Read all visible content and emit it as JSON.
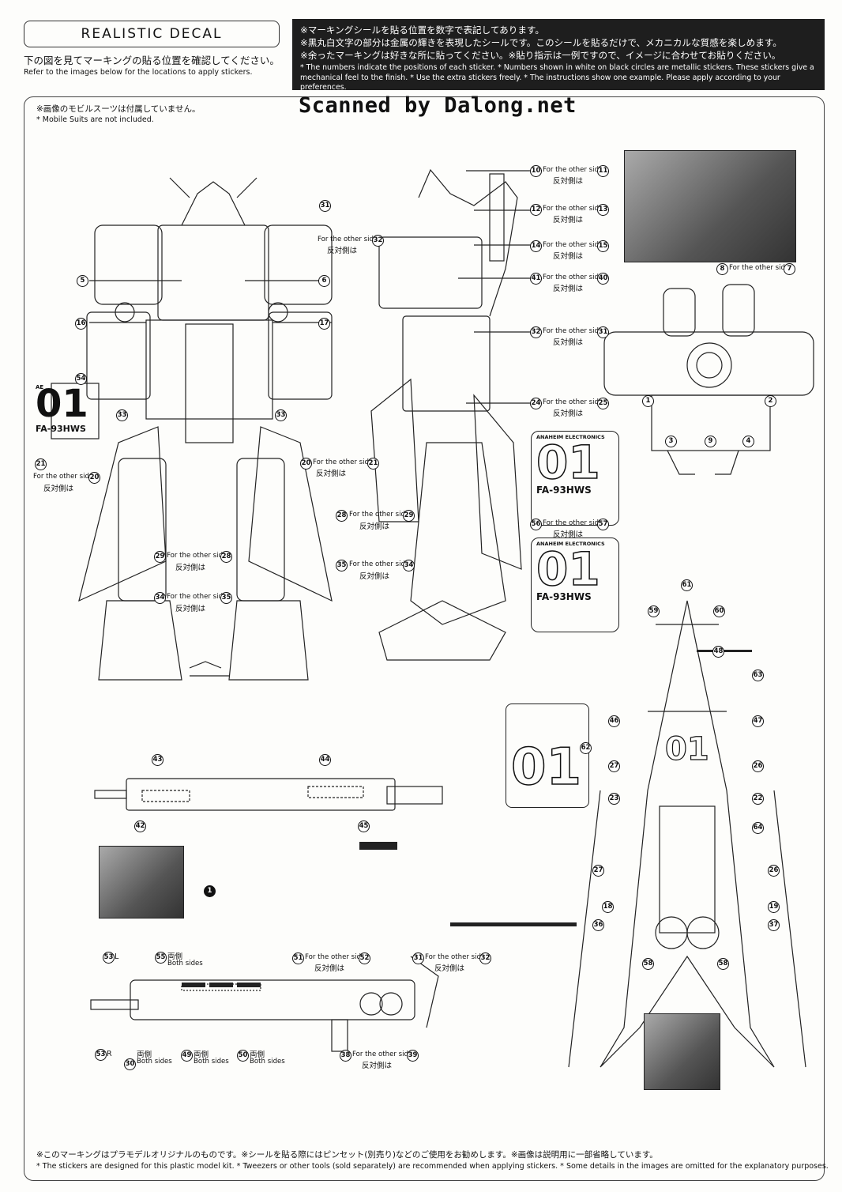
{
  "header": {
    "title": "REALISTIC DECAL",
    "intro_ja": "下の図を見てマーキングの貼る位置を確認してください。",
    "intro_en": "Refer to the images below for the locations to apply stickers.",
    "notice_ja_1": "※マーキングシールを貼る位置を数字で表記してあります。",
    "notice_ja_2": "※黒丸白文字の部分は金属の輝きを表現したシールです。このシールを貼るだけで、メカニカルな質感を楽しめます。",
    "notice_ja_3": "※余ったマーキングは好きな所に貼ってください。※貼り指示は一例ですので、イメージに合わせてお貼りください。",
    "notice_en": "* The numbers indicate the positions of each sticker. * Numbers shown in white on black circles are metallic stickers. These stickers give a mechanical feel to the finish. * Use the extra stickers freely. * The instructions show one example. Please apply according to your preferences."
  },
  "notes": {
    "ms_ja": "※画像のモビルスーツは付属していません。",
    "ms_en": "* Mobile Suits are not included.",
    "watermark": "Scanned by Dalong.net"
  },
  "captions": {
    "other_side_en": "For the other side,",
    "other_side_ja": "反対側は",
    "both_ja": "両側",
    "both_en": "Both sides",
    "both_sides_ja_label": "両側",
    "both_sides_en_label": "Both sides"
  },
  "decals": {
    "logo_number": "01",
    "model_code": "FA-93HWS",
    "maker": "ANAHEIM ELECTRONICS",
    "maker_short": "AE"
  },
  "footer": {
    "ja": "※このマーキングはプラモデルオリジナルのものです。※シールを貼る際にはピンセット(別売り)などのご使用をお勧めします。※画像は説明用に一部省略しています。",
    "en": "* The stickers are designed for this plastic model kit. * Tweezers or other tools (sold separately) are recommended when applying stickers. * Some details in the images are omitted for the explanatory purposes."
  },
  "callouts": [
    {
      "n": "5"
    },
    {
      "n": "6"
    },
    {
      "n": "16"
    },
    {
      "n": "17"
    },
    {
      "n": "54"
    },
    {
      "n": "33"
    },
    {
      "n": "33"
    },
    {
      "n": "21"
    },
    {
      "n": "20"
    },
    {
      "n": "20"
    },
    {
      "n": "21"
    },
    {
      "n": "29"
    },
    {
      "n": "28"
    },
    {
      "n": "28"
    },
    {
      "n": "29"
    },
    {
      "n": "34"
    },
    {
      "n": "35"
    },
    {
      "n": "35"
    },
    {
      "n": "34"
    },
    {
      "n": "10"
    },
    {
      "n": "11"
    },
    {
      "n": "12"
    },
    {
      "n": "13"
    },
    {
      "n": "14"
    },
    {
      "n": "15"
    },
    {
      "n": "41"
    },
    {
      "n": "40"
    },
    {
      "n": "31"
    },
    {
      "n": "32"
    },
    {
      "n": "32"
    },
    {
      "n": "31"
    },
    {
      "n": "24"
    },
    {
      "n": "25"
    },
    {
      "n": "56"
    },
    {
      "n": "57"
    },
    {
      "n": "8"
    },
    {
      "n": "7"
    },
    {
      "n": "1"
    },
    {
      "n": "2"
    },
    {
      "n": "3"
    },
    {
      "n": "9"
    },
    {
      "n": "4"
    },
    {
      "n": "61"
    },
    {
      "n": "59"
    },
    {
      "n": "60"
    },
    {
      "n": "48"
    },
    {
      "n": "63"
    },
    {
      "n": "46"
    },
    {
      "n": "47"
    },
    {
      "n": "62"
    },
    {
      "n": "27"
    },
    {
      "n": "26"
    },
    {
      "n": "23"
    },
    {
      "n": "22"
    },
    {
      "n": "64"
    },
    {
      "n": "27"
    },
    {
      "n": "26"
    },
    {
      "n": "18"
    },
    {
      "n": "19"
    },
    {
      "n": "36"
    },
    {
      "n": "37"
    },
    {
      "n": "58"
    },
    {
      "n": "58"
    },
    {
      "n": "43"
    },
    {
      "n": "44"
    },
    {
      "n": "42"
    },
    {
      "n": "45"
    },
    {
      "n": "1"
    },
    {
      "n": "53",
      "suffix": "L"
    },
    {
      "n": "53",
      "suffix": "R"
    },
    {
      "n": "55"
    },
    {
      "n": "30"
    },
    {
      "n": "49"
    },
    {
      "n": "50"
    },
    {
      "n": "51"
    },
    {
      "n": "52"
    },
    {
      "n": "31"
    },
    {
      "n": "32"
    },
    {
      "n": "38"
    },
    {
      "n": "39"
    }
  ]
}
